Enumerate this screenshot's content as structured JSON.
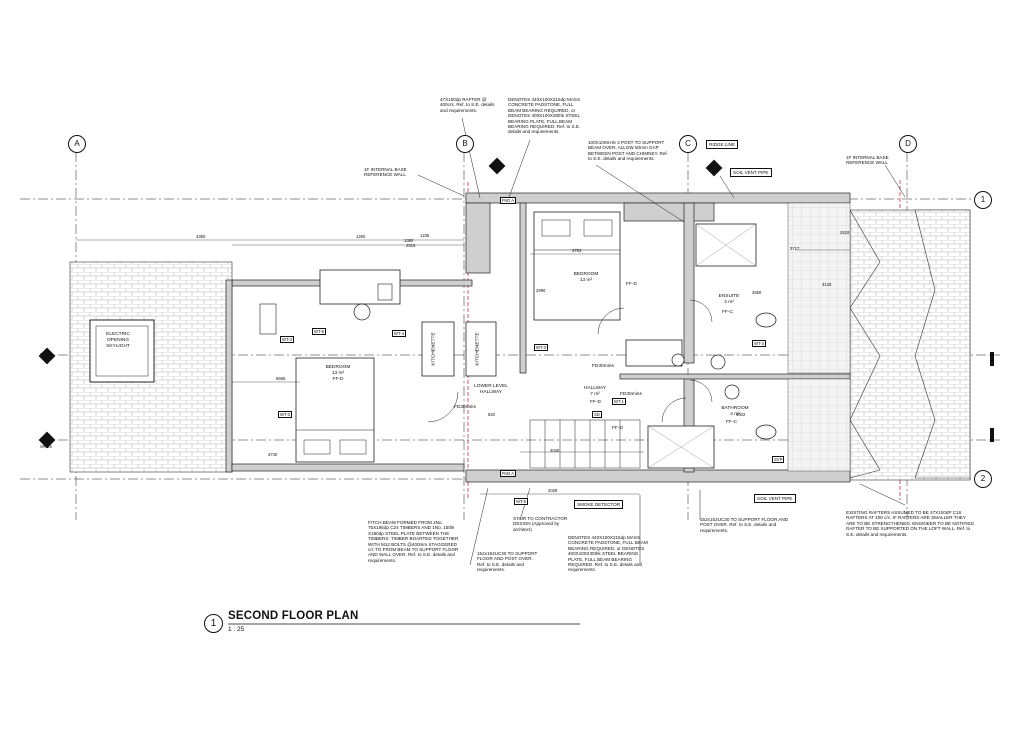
{
  "grid": {
    "columns": [
      "A",
      "B",
      "C",
      "D"
    ],
    "rows": [
      "1",
      "2"
    ]
  },
  "drawing": {
    "number": "1",
    "title": "SECOND FLOOR PLAN",
    "scale": "1 : 25"
  },
  "rooms": {
    "bedroom_left": {
      "name": "BEDROOM",
      "area": "13 m²",
      "finish": "FF-D"
    },
    "bedroom_right": {
      "name": "BEDROOM",
      "area": "13 m²",
      "finish": "FF-D"
    },
    "ensuite": {
      "name": "ENSUITE",
      "area": "4 m²",
      "finish": "FF-C"
    },
    "bathroom": {
      "name": "BATHROOM",
      "area": "4 m²",
      "finish": "FF-C"
    },
    "hallway": {
      "name": "HALLWAY",
      "area": "7 m²",
      "finish": "FF-D"
    },
    "lower_hallway": {
      "name": "LOWER LEVEL HALLWAY"
    },
    "kitchenette_1": "KITCHENETTE",
    "kitchenette_2": "KITCHENETTE",
    "skylight": "ELECTRIC OPENING SKYLIGHT"
  },
  "labels": {
    "ridge_line": "RIDGE LINE",
    "soil_vent_pipe_top": "SOIL VENT PIPE",
    "soil_vent_pipe_bottom": "SOIL VENT PIPE",
    "smoke_detector": "SMOKE DETECTOR",
    "svp": "SVP",
    "fd30_1": "FD30mins",
    "fd30_2": "FD30mins",
    "fd30_3": "FD30mins",
    "pad_a_top": "PAD A",
    "pad_a_bottom": "PAD A",
    "sd": "SD",
    "ff_c_1": "FF-C",
    "ff_c_2": "FF-C",
    "ff_d_1": "FF-D",
    "ff_d_2": "FF-D"
  },
  "tags": [
    "WT-5",
    "WT-4",
    "WT-3",
    "WT-3",
    "WT-3",
    "WT-1",
    "WT-3",
    "WT-5"
  ],
  "dimensions": [
    "4350",
    "1260",
    "2515",
    "1235",
    "3753",
    "2990",
    "3040",
    "2028",
    "3717",
    "2650",
    "3128",
    "4602",
    "820",
    "6665",
    "3740",
    "1380",
    "2818"
  ],
  "notes": {
    "rafter": "47X150dp RAFTER @ 400crs. Ref. to S.E. details and requirements.",
    "padstone_top": "DENOTES 440X100X215dp MASS CONCRETE PADSTONE, FULL BEAM BEARING REQUIRED, or DENOTES 400X100X30thk STEEL BEARING PLATE, FULL BEAM BEARING REQUIRED. Ref. to S.E. details and requirements.",
    "shs_post": "100X100SHS 3 POST TO SUPPORT BEAM OVER. ALLOW 50mm GAP BETWEEN POST AND CHIMNEY. Ref. to S.E. details and requirements.",
    "base_wall_left": "1F INTERNAL BASE REFERENCE WALL",
    "base_wall_right": "1F INTERNAL BASE REFERENCE WALL",
    "flitch": "FITCH BEAM FORMED FROM 2No. 75X195dp C24 TIMBERS AND 1No. 15thk X180dp STEEL PLATE BETWEEN THE TIMBERS. TIMBER BOARTED TOGETHER WITH M12 BOLTS @400mm STAGGERED c/c TO FROM BEAM TO SUPPORT FLOOR AND WALL OVER. Ref. to S.E. details and requirements.",
    "stair": "STAIR TO CONTRACTOR DESIGN (Approved by architect)",
    "uc_left": "152x152UC30 TO SUPPORT FLOOR AND POST OVER. Ref. to S.E. details and requirements.",
    "padstone_bottom": "DENOTES 440X100X215dp MASS CONCRETE PADSTONE, FULL BEAM BEARING REQUIRED, or DENOTES 400X100X30thk STEEL BEARING PLATE, FULL BEAM BEARING REQUIRED. Ref. to S.E. details and requirements.",
    "uc_right": "152x152UC30 TO SUPPORT FLOOR AND POST OVER. Ref. to S.E. details and requirements.",
    "rafters_existing": "EXISTING RAFTERS ASSUMED TO BE 47X100dP C16 RAFTERS AT 400 c/c. IF RAFTERS ARE SMALLER THEY ARE TO BE STRENGTHENED. ENGINEER TO BE NOTIFIED. RAFTER TO BE SUPPORTED ON THE LOFT WALL. Ref. to S.E. details and requirements."
  },
  "section_markers": [
    "SR-25",
    "SR-25",
    "SR-25",
    "SR-25"
  ]
}
